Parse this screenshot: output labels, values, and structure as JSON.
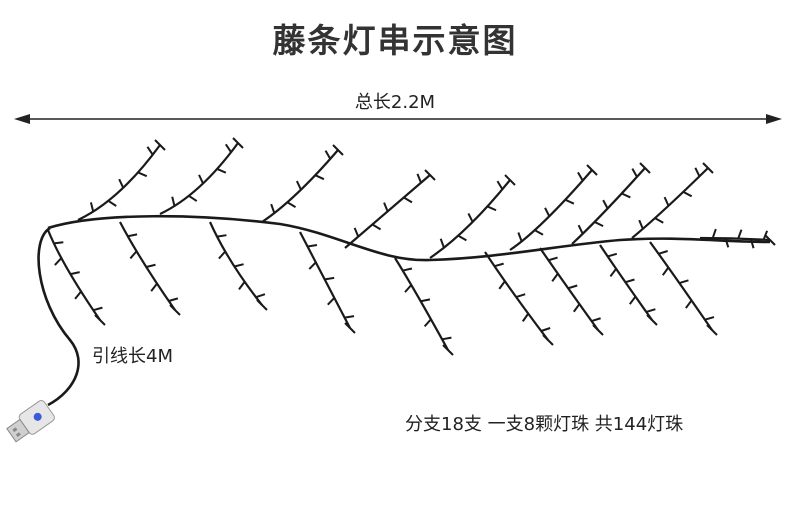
{
  "title": "藤条灯串示意图",
  "dimension_total": "总长2.2M",
  "lead_wire": "引线长4M",
  "spec": "分支18支 一支8颗灯珠 共144灯珠",
  "colors": {
    "line": "#1a1a1a",
    "usb_body": "#e6e6e6",
    "usb_led": "#3b5bdb"
  }
}
